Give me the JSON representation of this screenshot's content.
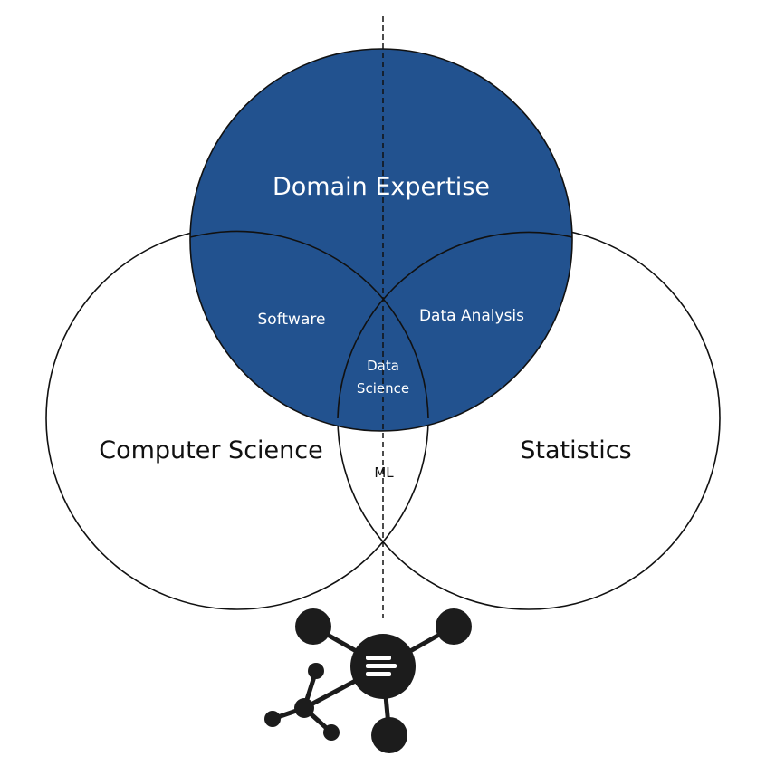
{
  "diagram": {
    "circles": {
      "domain_expertise": "Domain Expertise",
      "computer_science": "Computer Science",
      "statistics": "Statistics"
    },
    "overlaps": {
      "software": "Software",
      "data_analysis": "Data Analysis",
      "data_science_line1": "Data",
      "data_science_line2": "Science",
      "ml": "ML"
    }
  },
  "colors": {
    "domain_fill": "#22528f",
    "outline": "#111111",
    "logo": "#1c1c1c",
    "background": "#ffffff"
  },
  "logo": {
    "icon": "network-hub-icon"
  }
}
